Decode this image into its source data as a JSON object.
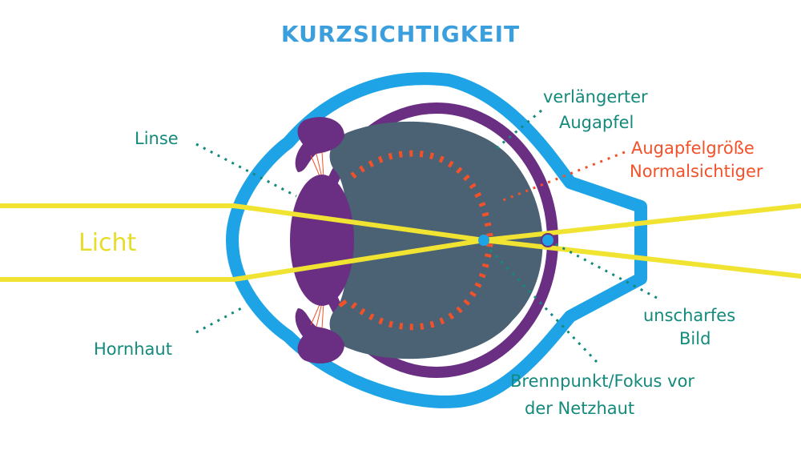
{
  "title": "KURZSICHTIGKEIT",
  "labels": {
    "licht": "Licht",
    "linse": "Linse",
    "hornhaut": "Hornhaut",
    "augapfel_line1": "verlängerter",
    "augapfel_line2": "Augapfel",
    "normal_line1": "Augapfelgröße",
    "normal_line2": "Normalsichtiger",
    "bild_line1": "unscharfes",
    "bild_line2": "Bild",
    "fokus_line1": "Brennpunkt/Fokus vor",
    "fokus_line2": "der Netzhaut"
  },
  "colors": {
    "title": "#3a9fdc",
    "cornea": "#1ea4e6",
    "sclera": "#6a2f82",
    "vitreous": "#4a6274",
    "light": "#f1e331",
    "label_teal": "#138a7c",
    "label_red": "#f2512a",
    "label_light": "#e8dc2a",
    "dash_red": "#f2512a",
    "focus_dot": "#1ea4e6"
  }
}
